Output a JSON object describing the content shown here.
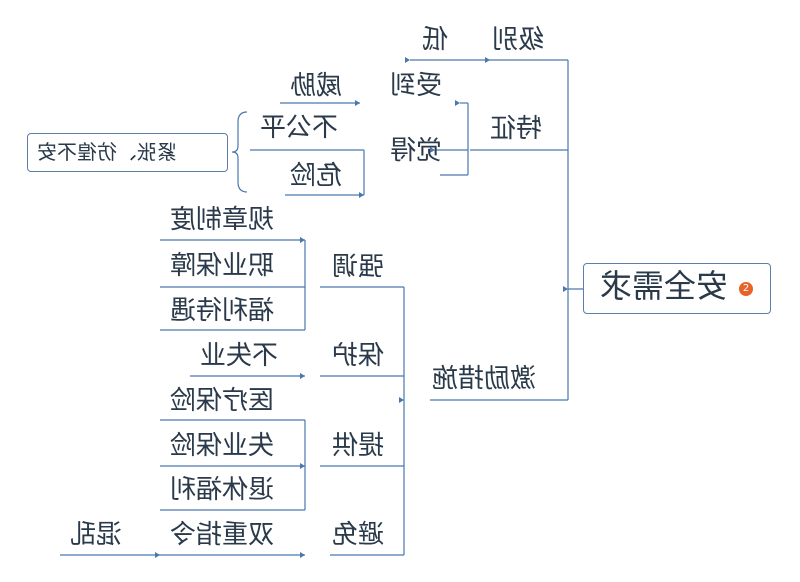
{
  "root": {
    "label": "安全需求",
    "badge": "2"
  },
  "branches": {
    "jibie": {
      "label": "级别",
      "child": "低"
    },
    "tezheng": {
      "label": "特征",
      "shoudao": {
        "label": "受到",
        "child": "威胁"
      },
      "juede": {
        "label": "觉得",
        "children": [
          "不公平",
          "危险"
        ]
      },
      "note": "紧张、彷徨不安"
    },
    "jili": {
      "label": "激励措施",
      "qiangdiao": {
        "label": "强调",
        "children": [
          "规章制度",
          "职业保障",
          "福利待遇"
        ]
      },
      "baohu": {
        "label": "保护",
        "child": "不失业"
      },
      "tigong": {
        "label": "提供",
        "children": [
          "医疗保险",
          "失业保险",
          "退休福利"
        ]
      },
      "bimian": {
        "label": "避免",
        "child": "双重指令",
        "grandchild": "混乱"
      }
    }
  },
  "colors": {
    "line": "#4a78ad",
    "text": "#2a3a4a",
    "badge": "#e8632a"
  }
}
